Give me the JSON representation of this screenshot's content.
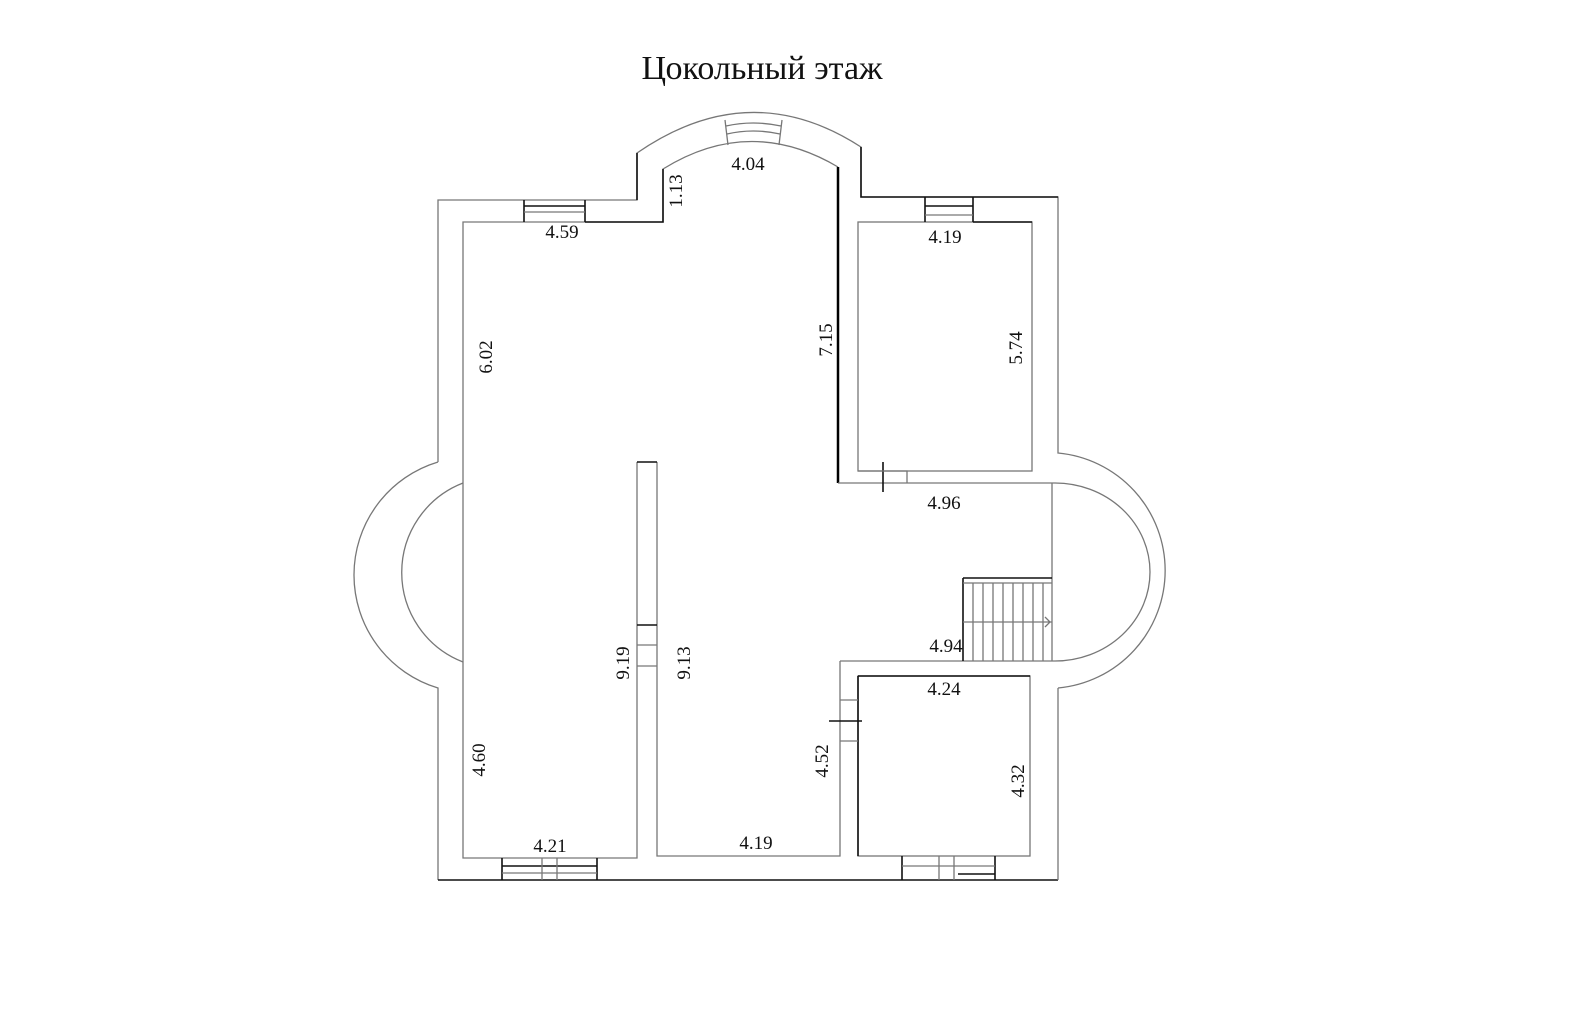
{
  "title": "Цокольный этаж",
  "dimensions": {
    "top_left_wall": "4.59",
    "bay_top": "4.04",
    "bay_depth": "1.13",
    "top_right_room_width": "4.19",
    "partition_upper": "7.15",
    "top_right_room_height": "5.74",
    "left_upper_wall": "6.02",
    "hall_width_upper": "4.96",
    "hall_width_lower": "4.94",
    "bottom_right_room_width": "4.24",
    "bottom_right_room_height": "4.32",
    "partition_left": "9.19",
    "partition_right": "9.13",
    "left_lower_wall": "4.60",
    "bottom_left_room_width": "4.21",
    "bottom_middle_width": "4.19",
    "hall_lower_wall": "4.52"
  }
}
